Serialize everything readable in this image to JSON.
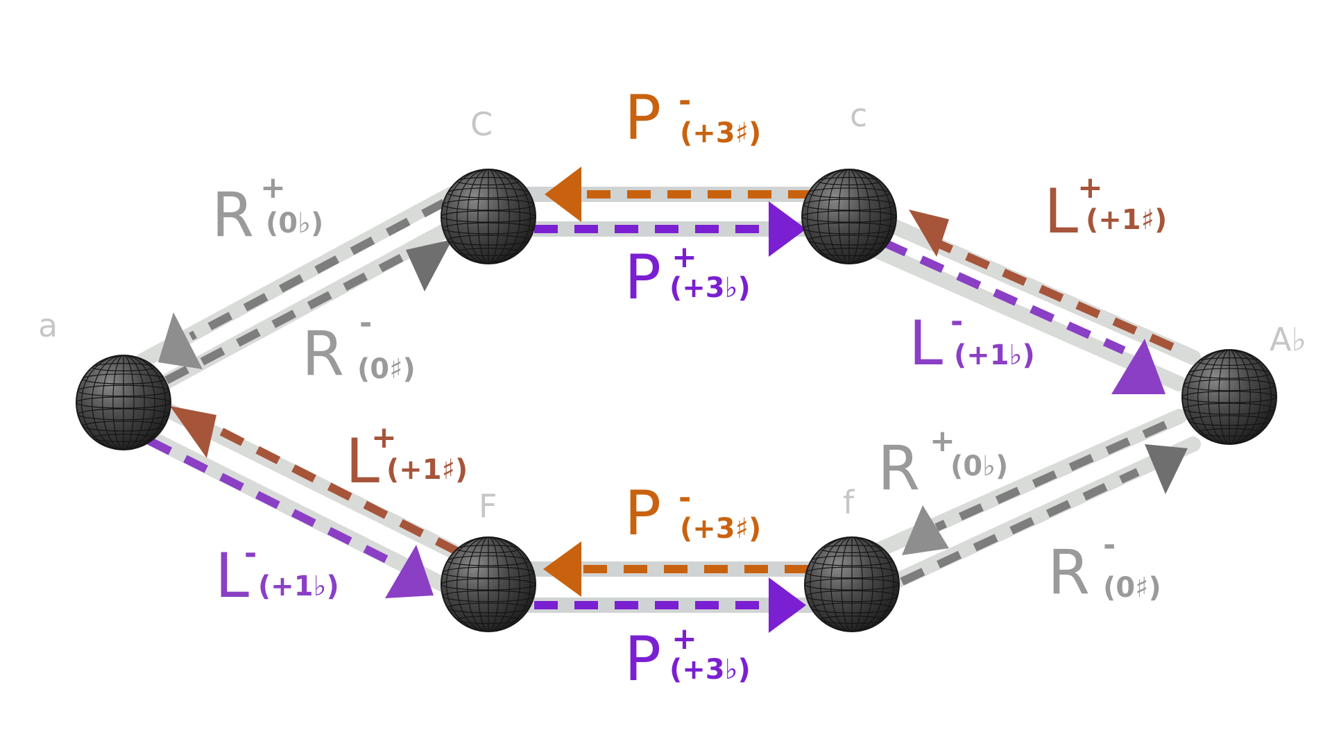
{
  "diagram": {
    "nodes": [
      {
        "id": "a",
        "label": "a"
      },
      {
        "id": "C",
        "label": "C"
      },
      {
        "id": "c",
        "label": "c"
      },
      {
        "id": "Ab",
        "label": "A♭"
      },
      {
        "id": "f",
        "label": "f"
      },
      {
        "id": "F",
        "label": "F"
      }
    ],
    "colors": {
      "R": "#7d7d7d",
      "P_minus": "#c9620f",
      "P_plus": "#7a1fd1",
      "L_plus": "#a6553a",
      "L_minus": "#8a3fc4",
      "label_R": "#9a9a9a",
      "label_P_minus": "#c9620f",
      "label_P_plus": "#7a1fd1",
      "label_L_plus": "#a6553a",
      "label_L_minus": "#8a3fc4",
      "node_fill": "#4a4a4a",
      "track": "#d4d6d4"
    },
    "edges": [
      {
        "id": "a-C-R-plus",
        "from": "C",
        "to": "a",
        "op": "R",
        "sign": "+",
        "sub": "(0♭)",
        "color_key": "R"
      },
      {
        "id": "a-C-R-minus",
        "from": "a",
        "to": "C",
        "op": "R",
        "sign": "-",
        "sub": "(0♯)",
        "color_key": "R"
      },
      {
        "id": "C-c-P-minus",
        "from": "c",
        "to": "C",
        "op": "P",
        "sign": "-",
        "sub": "(+3♯)",
        "color_key": "P_minus"
      },
      {
        "id": "C-c-P-plus",
        "from": "C",
        "to": "c",
        "op": "P",
        "sign": "+",
        "sub": "(+3♭)",
        "color_key": "P_plus"
      },
      {
        "id": "c-Ab-L-plus",
        "from": "Ab",
        "to": "c",
        "op": "L",
        "sign": "+",
        "sub": "(+1♯)",
        "color_key": "L_plus"
      },
      {
        "id": "c-Ab-L-minus",
        "from": "c",
        "to": "Ab",
        "op": "L",
        "sign": "-",
        "sub": "(+1♭)",
        "color_key": "L_minus"
      },
      {
        "id": "f-Ab-R-plus",
        "from": "Ab",
        "to": "f",
        "op": "R",
        "sign": "+",
        "sub": "(0♭)",
        "color_key": "R"
      },
      {
        "id": "f-Ab-R-minus",
        "from": "f",
        "to": "Ab",
        "op": "R",
        "sign": "-",
        "sub": "(0♯)",
        "color_key": "R"
      },
      {
        "id": "F-f-P-minus",
        "from": "f",
        "to": "F",
        "op": "P",
        "sign": "-",
        "sub": "(+3♯)",
        "color_key": "P_minus"
      },
      {
        "id": "F-f-P-plus",
        "from": "F",
        "to": "f",
        "op": "P",
        "sign": "+",
        "sub": "(+3♭)",
        "color_key": "P_plus"
      },
      {
        "id": "a-F-L-plus",
        "from": "F",
        "to": "a",
        "op": "L",
        "sign": "+",
        "sub": "(+1♯)",
        "color_key": "L_plus"
      },
      {
        "id": "a-F-L-minus",
        "from": "a",
        "to": "F",
        "op": "L",
        "sign": "-",
        "sub": "(+1♭)",
        "color_key": "L_minus"
      }
    ]
  }
}
